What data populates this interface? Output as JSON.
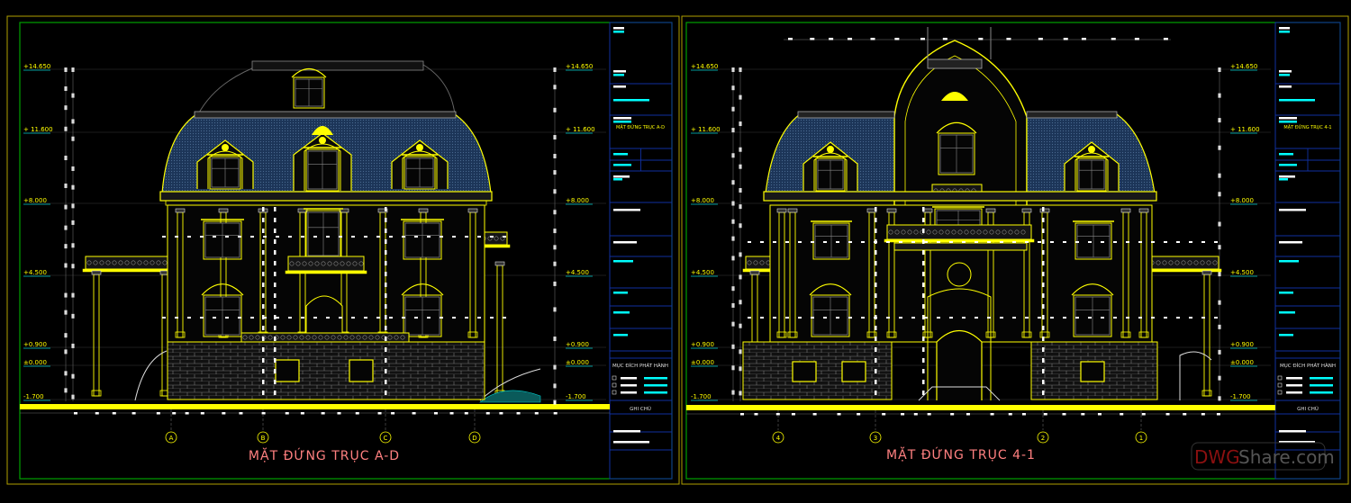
{
  "sheets": [
    {
      "title": "MẶT ĐỨNG TRỤC A-D",
      "grid_axes": [
        "A",
        "B",
        "C",
        "D"
      ],
      "levels_left": [
        "+14.650",
        "+ 11.600",
        "+8.000",
        "+4.500",
        "+0.900",
        "±0.000",
        "-1.700"
      ],
      "levels_right": [
        "+14.650",
        "+ 11.600",
        "+8.000",
        "+4.500",
        "+0.900",
        "±0.000",
        "-1.700"
      ],
      "title_block": {
        "drawing_name": "MẶT ĐỨNG TRỤC A-D",
        "issue_purpose": "MỤC ĐÍCH PHÁT HÀNH",
        "notes": "GHI CHÚ"
      }
    },
    {
      "title": "MẶT ĐỨNG TRỤC 4-1",
      "grid_axes": [
        "4",
        "3",
        "2",
        "1"
      ],
      "levels_left": [
        "+14.650",
        "+ 11.600",
        "+8.000",
        "+4.500",
        "+0.900",
        "±0.000",
        "-1.700"
      ],
      "levels_right": [
        "+14.650",
        "+ 11.600",
        "+8.000",
        "+4.500",
        "+0.900",
        "±0.000",
        "-1.700"
      ],
      "title_block": {
        "drawing_name": "MẶT ĐỨNG TRỤC 4-1",
        "issue_purpose": "MỤC ĐÍCH PHÁT HÀNH",
        "notes": "GHI CHÚ"
      }
    }
  ],
  "watermark": {
    "part1": "DWG",
    "part2": "Share.com"
  },
  "colors": {
    "background": "#000000",
    "outline": "#ffff00",
    "frame": "#00a000",
    "title_block": "#1030a0",
    "roof": "#1c3558",
    "title": "#ff8080",
    "dim": "#00e0e0"
  }
}
